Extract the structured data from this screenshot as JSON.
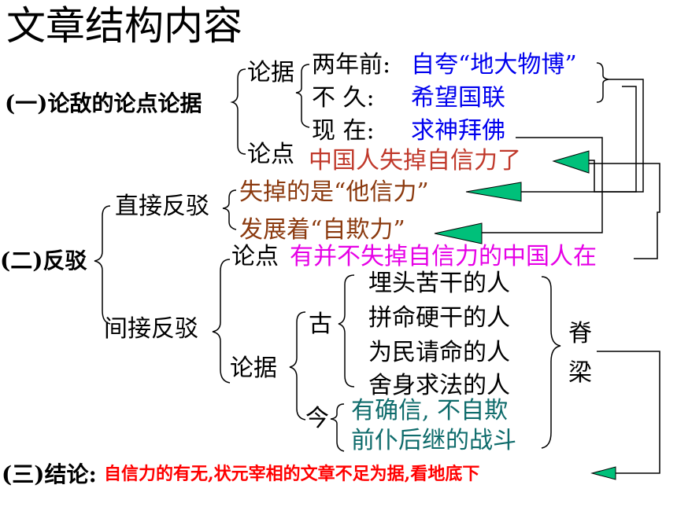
{
  "title": "文章结构内容",
  "colors": {
    "black": "#000000",
    "blue": "#0000ee",
    "dark_red": "#c0392b",
    "brown": "#8b3a0f",
    "magenta": "#e600e6",
    "teal": "#0e6b6b",
    "red": "#ff0000",
    "arrow_fill": "#00c07a"
  },
  "section1": {
    "heading": "(一)论敌的论点论据",
    "evidence_label": "论据",
    "evidence": [
      {
        "time": "两年前:",
        "content": "自夸“地大物博”"
      },
      {
        "time": "不 久:",
        "content": "希望国联"
      },
      {
        "time": "现 在:",
        "content": "求神拜佛"
      }
    ],
    "point_label": "论点",
    "point": "中国人失掉自信力了"
  },
  "section2": {
    "heading": "(二)反驳",
    "direct_label": "直接反驳",
    "direct": [
      "失掉的是“他信力”",
      "发展着“自欺力”"
    ],
    "indirect_label": "间接反驳",
    "indirect_point_label": "论点",
    "indirect_point": "有并不失掉自信力的中国人在",
    "indirect_evidence_label": "论据",
    "ancient_label": "古",
    "ancient": [
      "埋头苦干的人",
      "拼命硬干的人",
      "为民请命的人",
      "舍身求法的人"
    ],
    "modern_label": "今",
    "modern": [
      "有确信, 不自欺",
      "前仆后继的战斗"
    ],
    "spine_chars": [
      "脊",
      "梁"
    ]
  },
  "section3": {
    "heading": "(三)结论:",
    "conclusion": "自信力的有无,状元宰相的文章不足为据,看地底下"
  }
}
